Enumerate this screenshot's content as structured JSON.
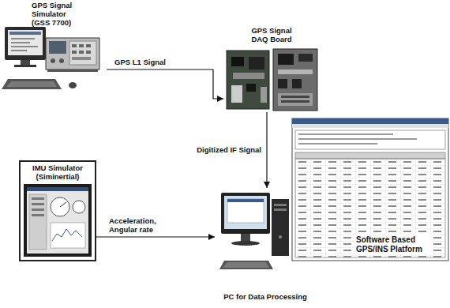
{
  "diagram": {
    "nodes": [
      {
        "text": [
          "GPS Signal Simulator (GSS 7700)"
        ]
      },
      {
        "text": [
          "GPS Signal DAQ Board"
        ]
      },
      {
        "text": [
          "Software Based GPS/INS Platform"
        ]
      },
      {
        "text": [
          "IMU Simulator (Siminertial)"
        ]
      },
      {
        "text": [
          "PC for Data Processing"
        ]
      }
    ],
    "edges": [
      {
        "from": 0,
        "to": 1,
        "label": "GPS L1 Signal",
        "arrow": "to"
      },
      {
        "from": 1,
        "to": 4,
        "label": "Digitized IF Signal",
        "arrow": "to"
      },
      {
        "from": 3,
        "to": 4,
        "label": "Acceleration, Angular rate",
        "arrow": "to"
      }
    ]
  }
}
